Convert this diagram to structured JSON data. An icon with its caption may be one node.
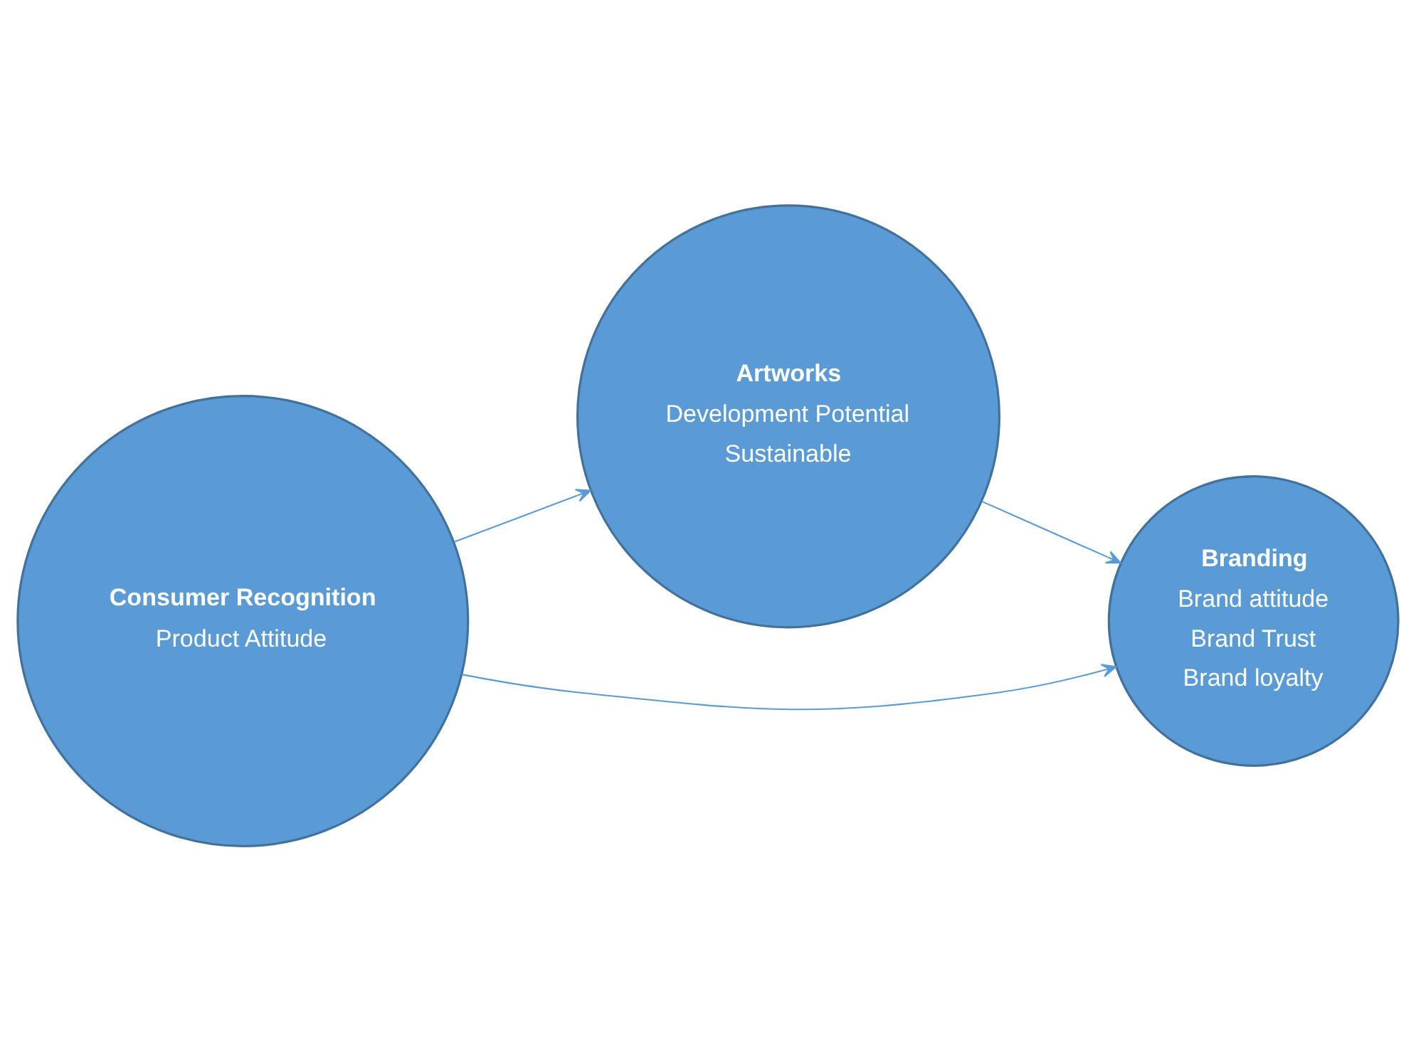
{
  "diagram": {
    "nodes": [
      {
        "text": [
          "Artworks",
          "Development Potential",
          "Sustainable"
        ]
      },
      {
        "text": [
          "Consumer Recognition",
          "Product Attitude"
        ]
      },
      {
        "text": [
          "Branding",
          "Brand attitude",
          "Brand Trust",
          "Brand loyalty"
        ]
      }
    ],
    "edges": [
      {
        "from": 1,
        "to": 0,
        "arrow": "to"
      },
      {
        "from": 0,
        "to": 2,
        "arrow": "to"
      },
      {
        "from": 1,
        "to": 2,
        "arrow": "to"
      }
    ]
  }
}
